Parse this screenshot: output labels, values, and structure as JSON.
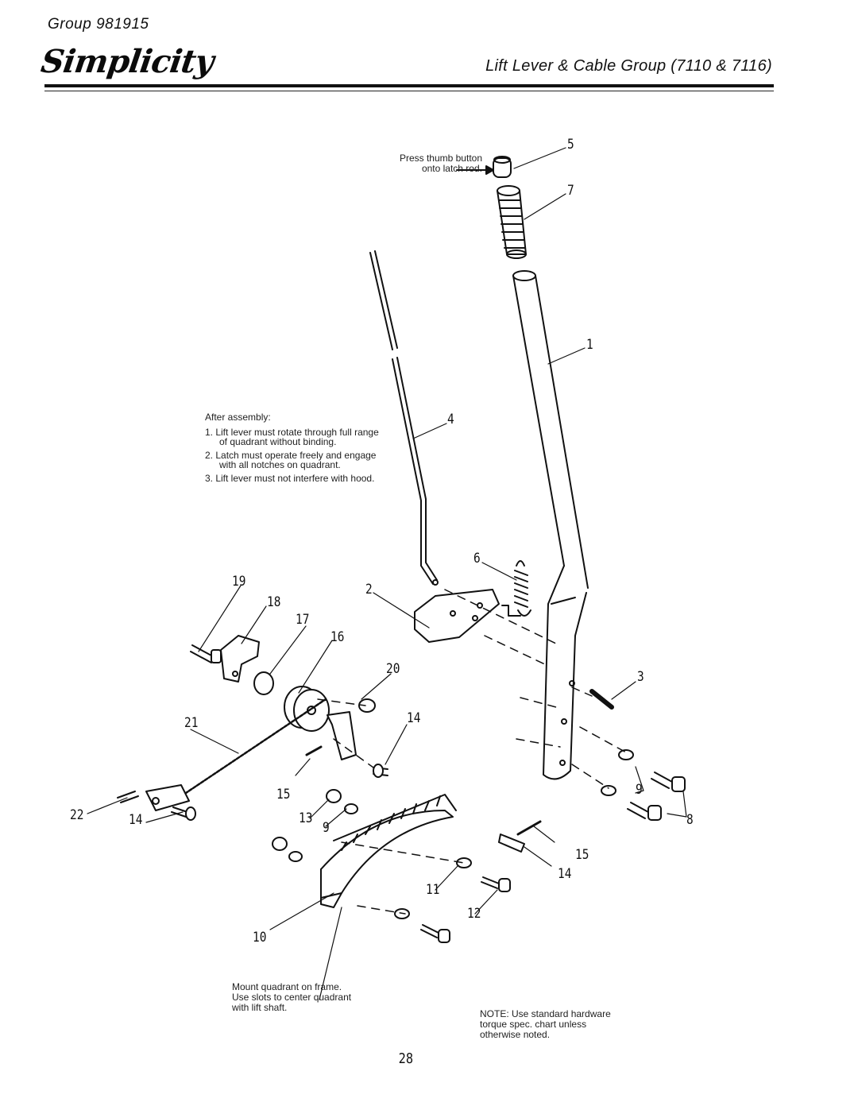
{
  "header": {
    "group": "Group 981915",
    "brand": "Simplicity",
    "title": "Lift Lever & Cable Group (7110 & 7116)"
  },
  "notes": {
    "thumb_button": [
      "Press thumb button",
      "onto latch rod."
    ],
    "after_assembly_title": "After assembly:",
    "after_assembly_items": [
      "1. Lift lever must rotate through full range of quadrant without binding.",
      "2. Latch must operate freely and engage with all notches on quadrant.",
      "3. Lift lever must not interfere with hood."
    ],
    "mount_quadrant": [
      "Mount quadrant on frame.",
      "Use slots to center quadrant",
      "with lift shaft."
    ],
    "hardware": [
      "NOTE: Use standard hardware",
      "torque spec. chart unless",
      "otherwise noted."
    ]
  },
  "callouts": {
    "c1": "1",
    "c2": "2",
    "c3": "3",
    "c4": "4",
    "c5": "5",
    "c6": "6",
    "c7": "7",
    "c8": "8",
    "c9a": "9",
    "c9b": "9",
    "c10": "10",
    "c11": "11",
    "c12": "12",
    "c13": "13",
    "c14a": "14",
    "c14b": "14",
    "c14c": "14",
    "c15a": "15",
    "c15b": "15",
    "c16": "16",
    "c17": "17",
    "c18": "18",
    "c19": "19",
    "c20": "20",
    "c21": "21",
    "c22": "22"
  },
  "footer": {
    "page_number": "28"
  }
}
